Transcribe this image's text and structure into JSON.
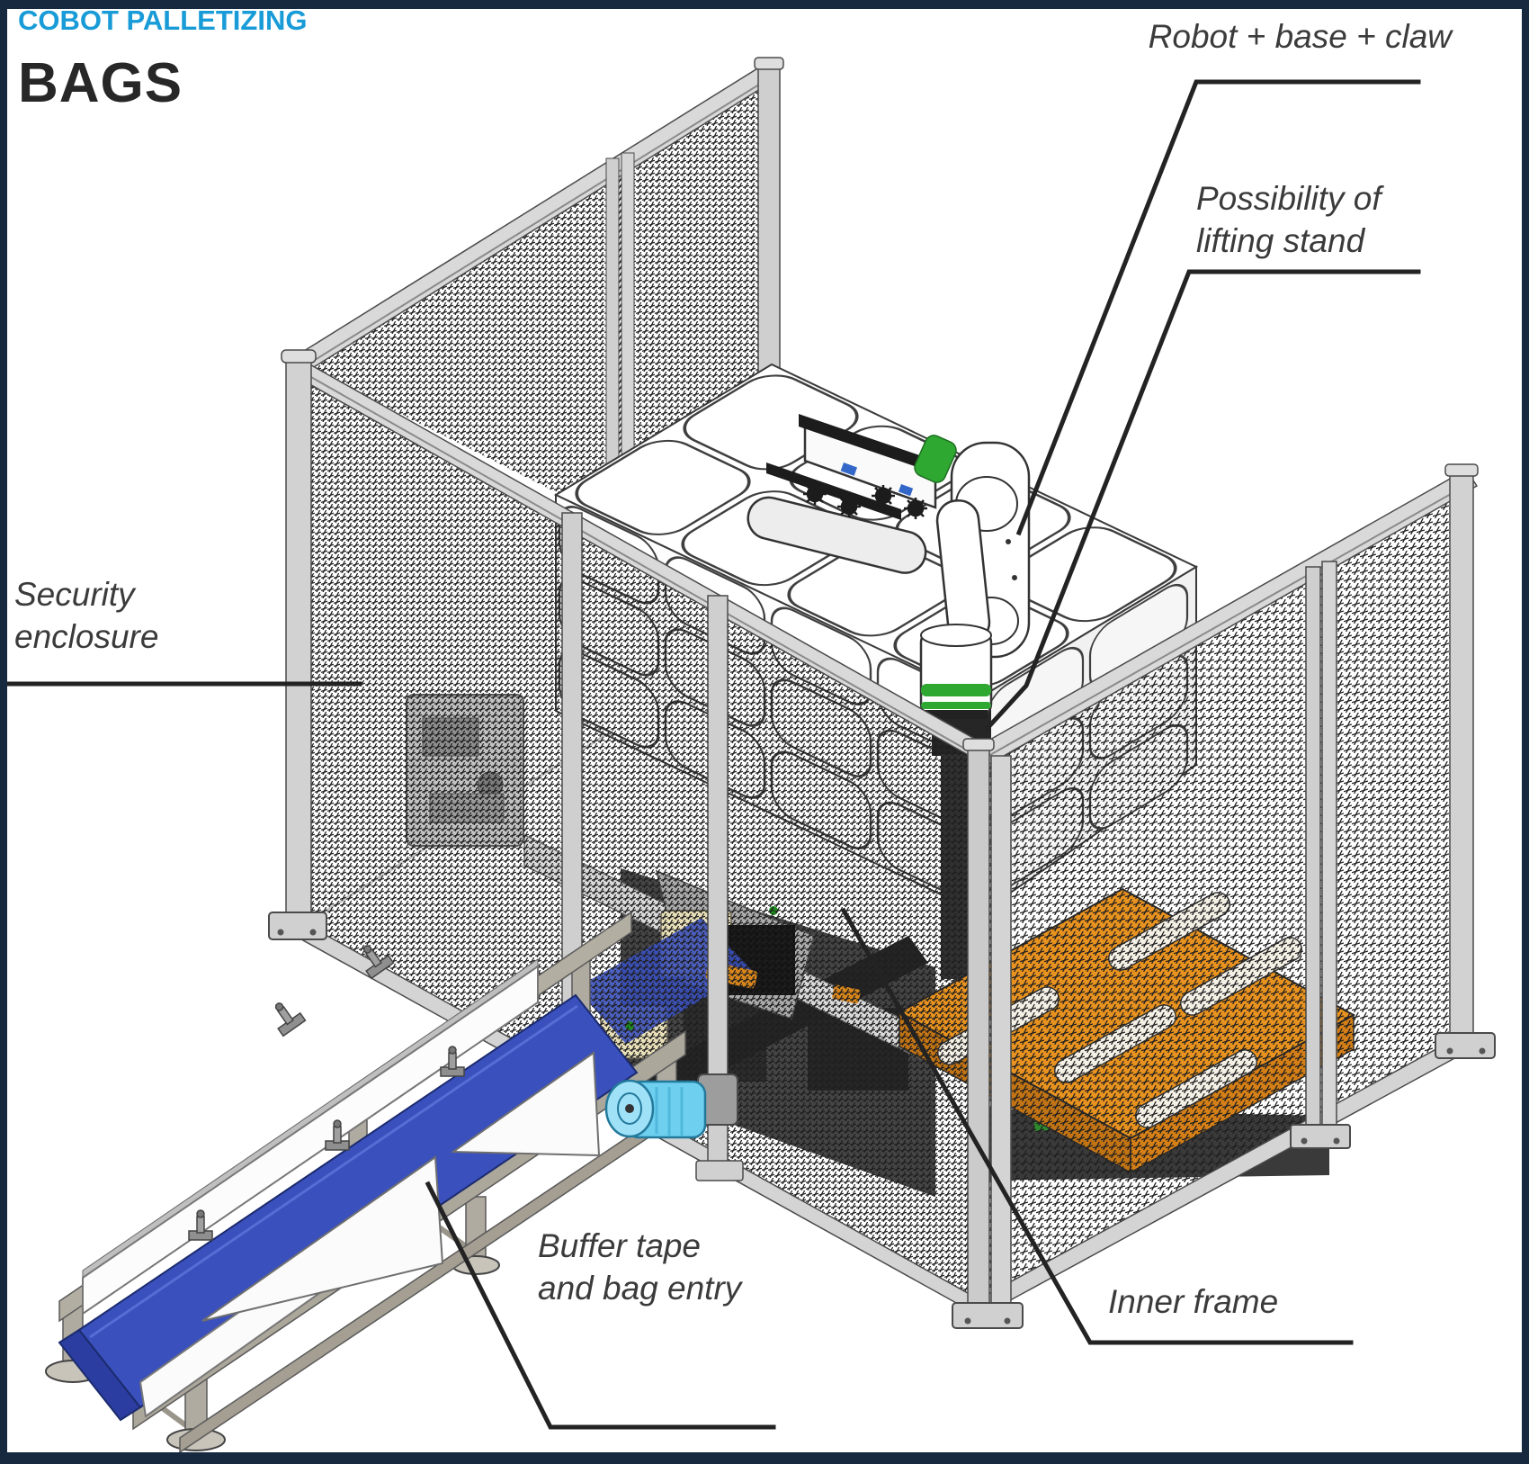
{
  "header": {
    "eyebrow": "COBOT PALLETIZING",
    "title": "BAGS"
  },
  "annotations": {
    "robot_base_claw": {
      "text": "Robot + base + claw"
    },
    "lifting_stand": {
      "text": "Possibility of\nlifting stand"
    },
    "security_enclosure": {
      "text": "Security\nenclosure"
    },
    "inner_frame": {
      "text": "Inner frame"
    },
    "buffer_tape": {
      "text": "Buffer tape\nand bag entry"
    }
  },
  "scene": {
    "parts": [
      "security-enclosure-mesh-walls",
      "cobot-arm-with-gripper-claw",
      "bag-stack-on-lifting-stand",
      "buffer-conveyor-with-blue-belt",
      "empty-orange-pallet",
      "inner-frame-structure"
    ]
  },
  "colors": {
    "accent_blue": "#189BD7",
    "frame_navy": "#16293F",
    "conveyor_belt_blue": "#3A50BC",
    "pallet_orange": "#E8921F",
    "robot_accent_green": "#2FA832",
    "motor_cyan": "#6ECFEF",
    "leader_line": "#232323",
    "annotation_text": "#3B3B3B"
  }
}
